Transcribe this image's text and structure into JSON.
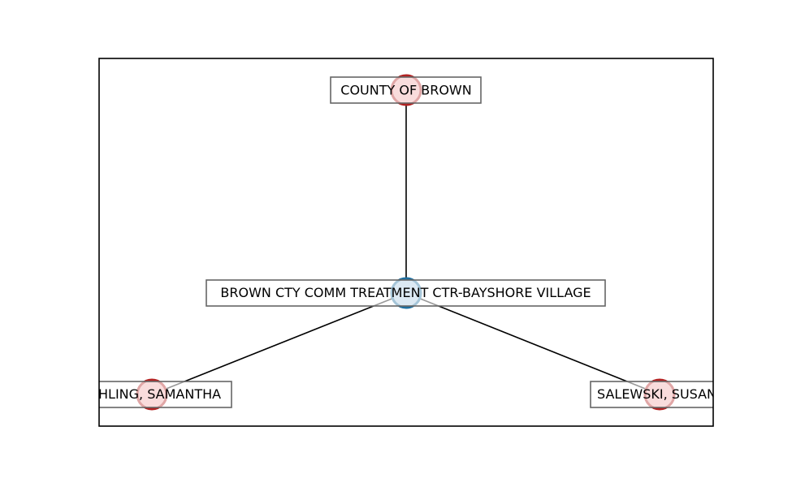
{
  "diagram": {
    "colors": {
      "entity_fill": "#f0a8a8",
      "entity_stroke": "#b22222",
      "facility_fill": "#a8c8e0",
      "facility_stroke": "#1f6f9f",
      "edge": "#000000",
      "frame": "#000000"
    },
    "nodes": {
      "county": {
        "label": "COUNTY OF BROWN"
      },
      "facility": {
        "label": "BROWN CTY COMM TREATMENT CTR-BAYSHORE VILLAGE"
      },
      "person_left": {
        "label": "HLING, SAMANTHA"
      },
      "person_right": {
        "label": "SALEWSKI, SUSAN"
      }
    }
  }
}
